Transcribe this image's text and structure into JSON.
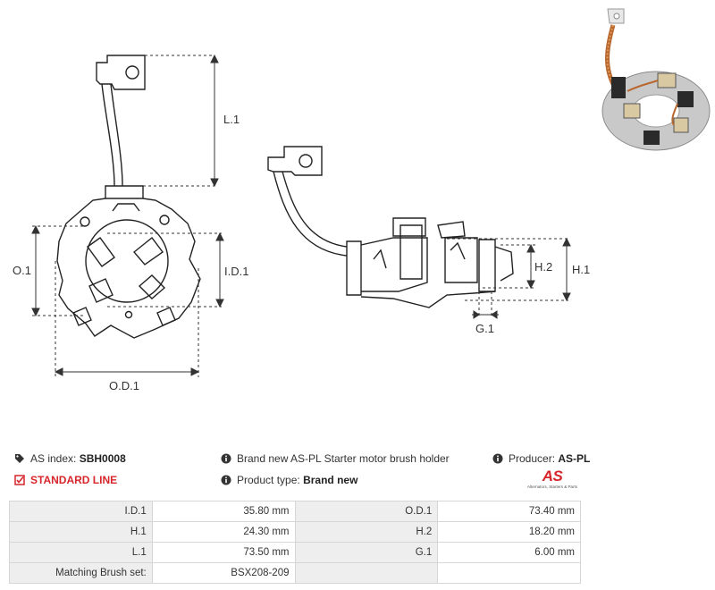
{
  "dimensions": {
    "l1": "L.1",
    "id1": "I.D.1",
    "o1": "O.1",
    "od1": "O.D.1",
    "h1": "H.1",
    "h2": "H.2",
    "g1": "G.1"
  },
  "info": {
    "as_index_label": "AS index:",
    "as_index_value": "SBH0008",
    "line_label": "STANDARD LINE",
    "description": "Brand new AS-PL Starter motor brush holder",
    "product_type_label": "Product type:",
    "product_type_value": "Brand new",
    "producer_label": "Producer:",
    "producer_value": "AS-PL"
  },
  "logo": {
    "mark": "AS",
    "tagline": "Alternators, Starters & Parts"
  },
  "specs": [
    {
      "l1": "I.D.1",
      "v1": "35.80 mm",
      "l2": "O.D.1",
      "v2": "73.40 mm"
    },
    {
      "l1": "H.1",
      "v1": "24.30 mm",
      "l2": "H.2",
      "v2": "18.20 mm"
    },
    {
      "l1": "L.1",
      "v1": "73.50 mm",
      "l2": "G.1",
      "v2": "6.00 mm"
    },
    {
      "l1": "Matching Brush set:",
      "v1": "BSX208-209",
      "l2": "",
      "v2": ""
    }
  ],
  "colors": {
    "accent": "#d7262b",
    "label_bg": "#eeeeee",
    "border": "#d6d6d6"
  }
}
